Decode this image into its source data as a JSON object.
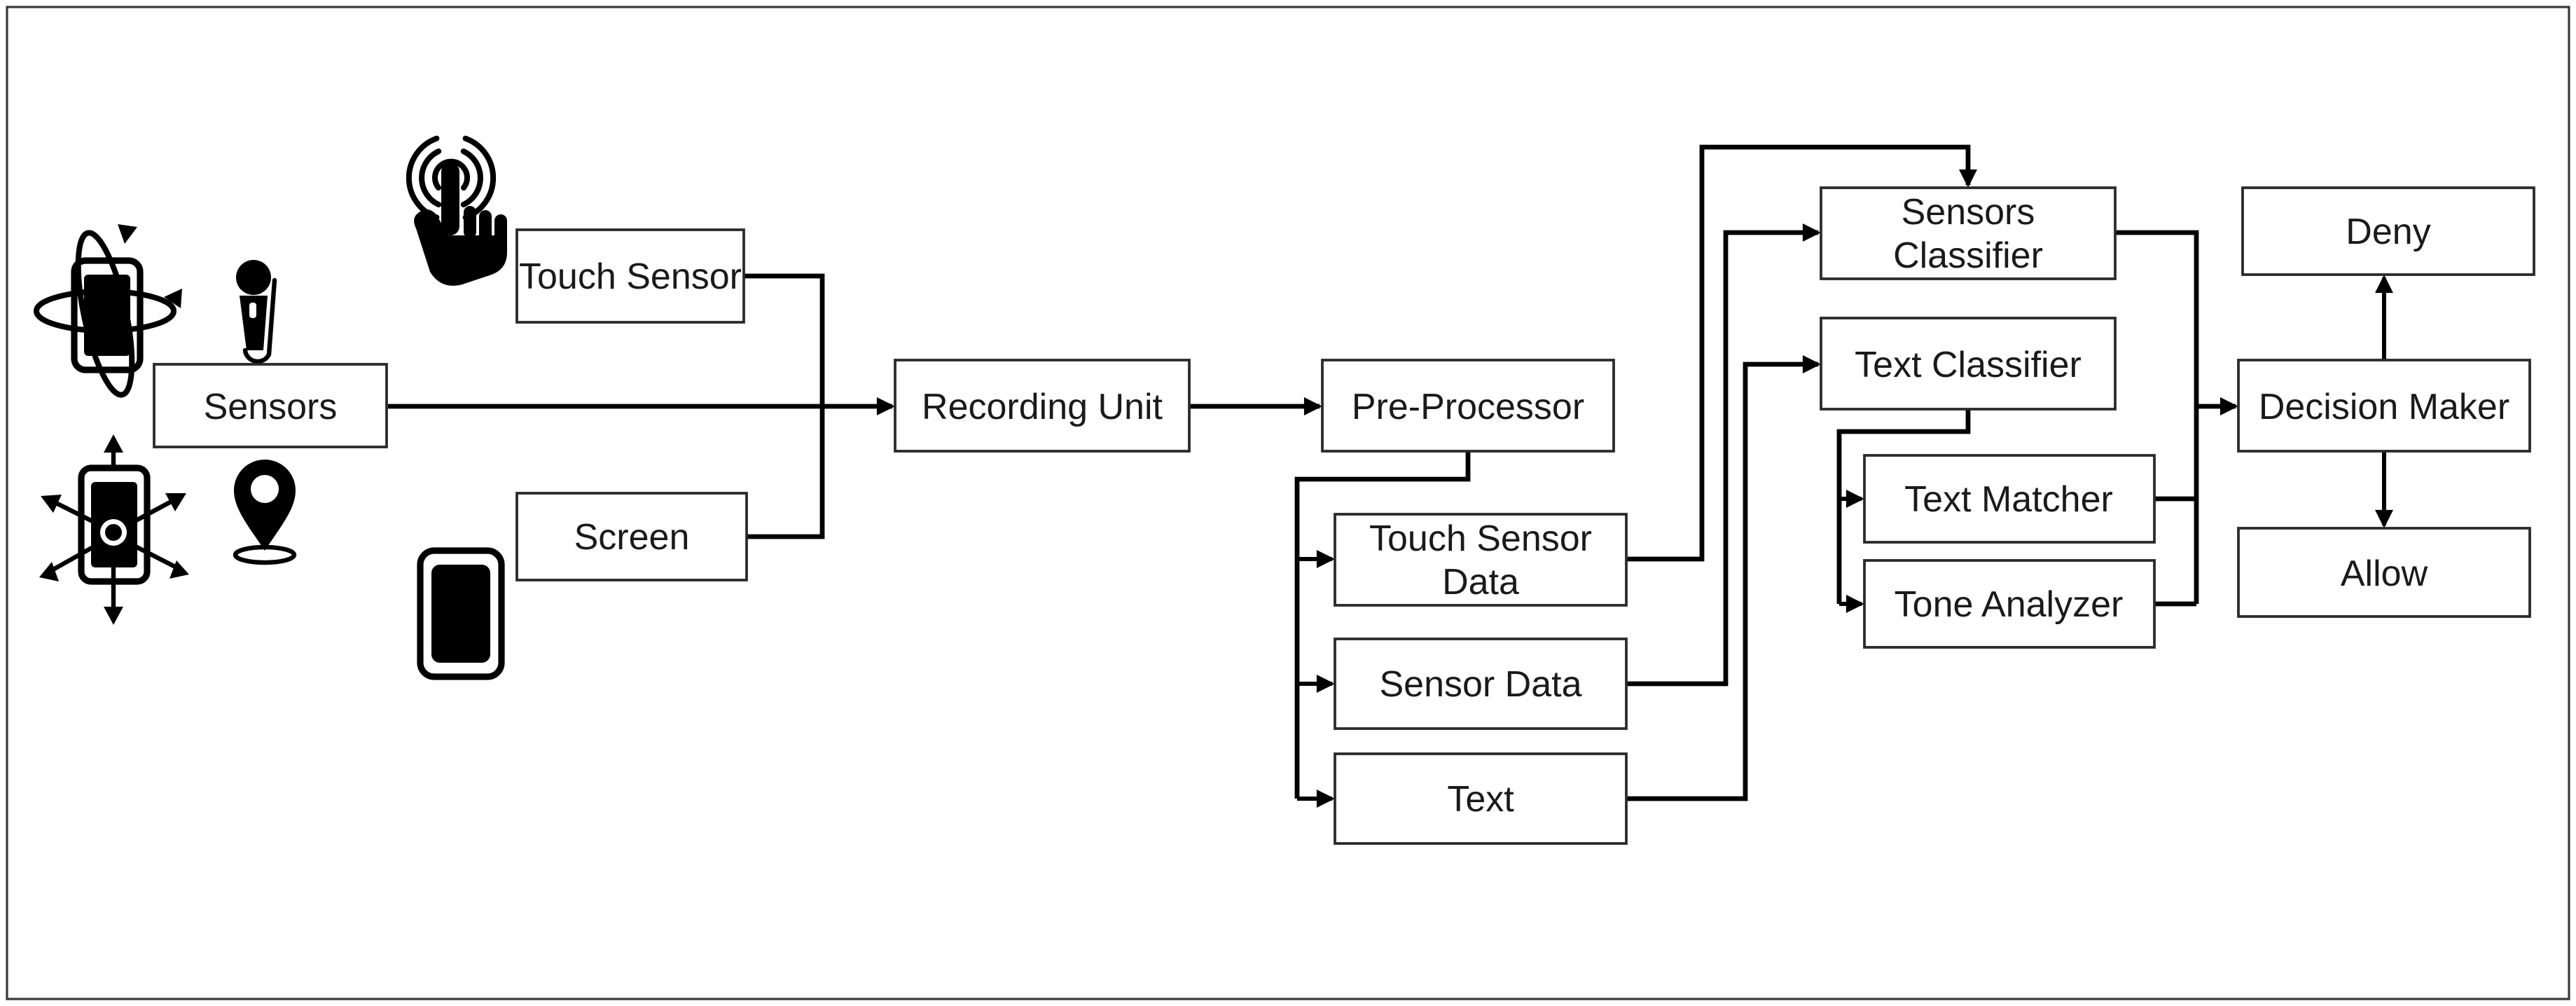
{
  "diagram": {
    "type": "flowchart",
    "background": "#ffffff",
    "frame_color": "#3a3a3a",
    "box_border_color": "#2b2b2b",
    "box_fill": "#ffffff",
    "connector_color": "#000000",
    "text_color": "#1a1a1a"
  },
  "nodes": {
    "sensors": {
      "label": "Sensors"
    },
    "touch_sensor": {
      "label": "Touch Sensor"
    },
    "screen": {
      "label": "Screen"
    },
    "recording_unit": {
      "label": "Recording Unit"
    },
    "pre_processor": {
      "label": "Pre-Processor"
    },
    "touch_sensor_data": {
      "label1": "Touch Sensor",
      "label2": "Data"
    },
    "sensor_data": {
      "label": "Sensor Data"
    },
    "text": {
      "label": "Text"
    },
    "sensors_classifier": {
      "label1": "Sensors",
      "label2": "Classifier"
    },
    "text_classifier": {
      "label": "Text Classifier"
    },
    "text_matcher": {
      "label": "Text Matcher"
    },
    "tone_analyzer": {
      "label": "Tone Analyzer"
    },
    "deny": {
      "label": "Deny"
    },
    "decision_maker": {
      "label": "Decision Maker"
    },
    "allow": {
      "label": "Allow"
    }
  },
  "icons": [
    {
      "name": "gyroscope-phone-icon",
      "depicts": "phone with rotation ellipse arrows"
    },
    {
      "name": "microphone-icon",
      "depicts": "handheld microphone with cable"
    },
    {
      "name": "accelerometer-phone-icon",
      "depicts": "phone with arrows radiating from center"
    },
    {
      "name": "location-pin-icon",
      "depicts": "map location marker"
    },
    {
      "name": "touch-gesture-icon",
      "depicts": "hand tapping with ripple arcs"
    },
    {
      "name": "smartphone-screen-icon",
      "depicts": "smartphone with dark screen"
    }
  ],
  "edges": [
    {
      "from": "sensors",
      "to": "recording_unit",
      "arrow": true
    },
    {
      "from": "touch_sensor",
      "to": "recording_unit",
      "arrow": false
    },
    {
      "from": "screen",
      "to": "recording_unit",
      "arrow": false
    },
    {
      "from": "recording_unit",
      "to": "pre_processor",
      "arrow": true
    },
    {
      "from": "pre_processor",
      "to": "touch_sensor_data",
      "arrow": true
    },
    {
      "from": "pre_processor",
      "to": "sensor_data",
      "arrow": true
    },
    {
      "from": "pre_processor",
      "to": "text",
      "arrow": true
    },
    {
      "from": "touch_sensor_data",
      "to": "sensors_classifier",
      "arrow": true,
      "enters": "top"
    },
    {
      "from": "sensor_data",
      "to": "sensors_classifier",
      "arrow": true,
      "enters": "left"
    },
    {
      "from": "text",
      "to": "text_classifier",
      "arrow": true
    },
    {
      "from": "text_classifier",
      "to": "text_matcher",
      "arrow": true
    },
    {
      "from": "text_classifier",
      "to": "tone_analyzer",
      "arrow": true
    },
    {
      "from": "sensors_classifier",
      "to": "decision_maker",
      "arrow": true
    },
    {
      "from": "text_matcher",
      "to": "decision_maker",
      "arrow": true
    },
    {
      "from": "tone_analyzer",
      "to": "decision_maker",
      "arrow": true
    },
    {
      "from": "decision_maker",
      "to": "deny",
      "arrow": true
    },
    {
      "from": "decision_maker",
      "to": "allow",
      "arrow": true
    }
  ]
}
